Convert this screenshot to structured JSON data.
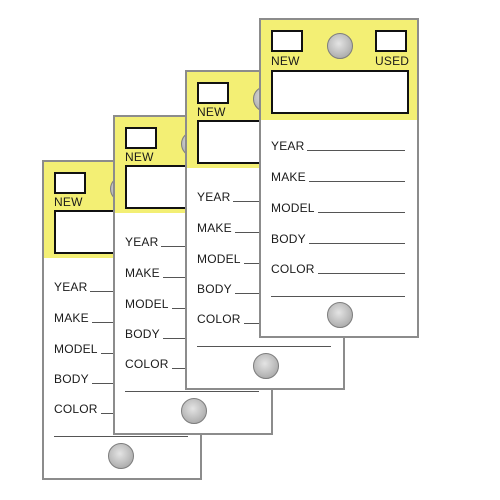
{
  "tags": [
    {
      "label_new": "NEW",
      "fields": [
        "YEAR",
        "MAKE",
        "MODEL",
        "BODY",
        "COLOR"
      ]
    },
    {
      "label_new": "NEW",
      "fields": [
        "YEAR",
        "MAKE",
        "MODEL",
        "BODY",
        "COLOR"
      ]
    },
    {
      "label_new": "NEW",
      "fields": [
        "YEAR",
        "MAKE",
        "MODEL",
        "BODY",
        "COLOR"
      ]
    },
    {
      "label_new": "NEW",
      "label_used": "USED",
      "fields": [
        "YEAR",
        "MAKE",
        "MODEL",
        "BODY",
        "COLOR"
      ]
    }
  ],
  "colors": {
    "header_yellow": "#f3ef74",
    "tag_border": "#8c8c8c",
    "box_border": "#111111"
  }
}
